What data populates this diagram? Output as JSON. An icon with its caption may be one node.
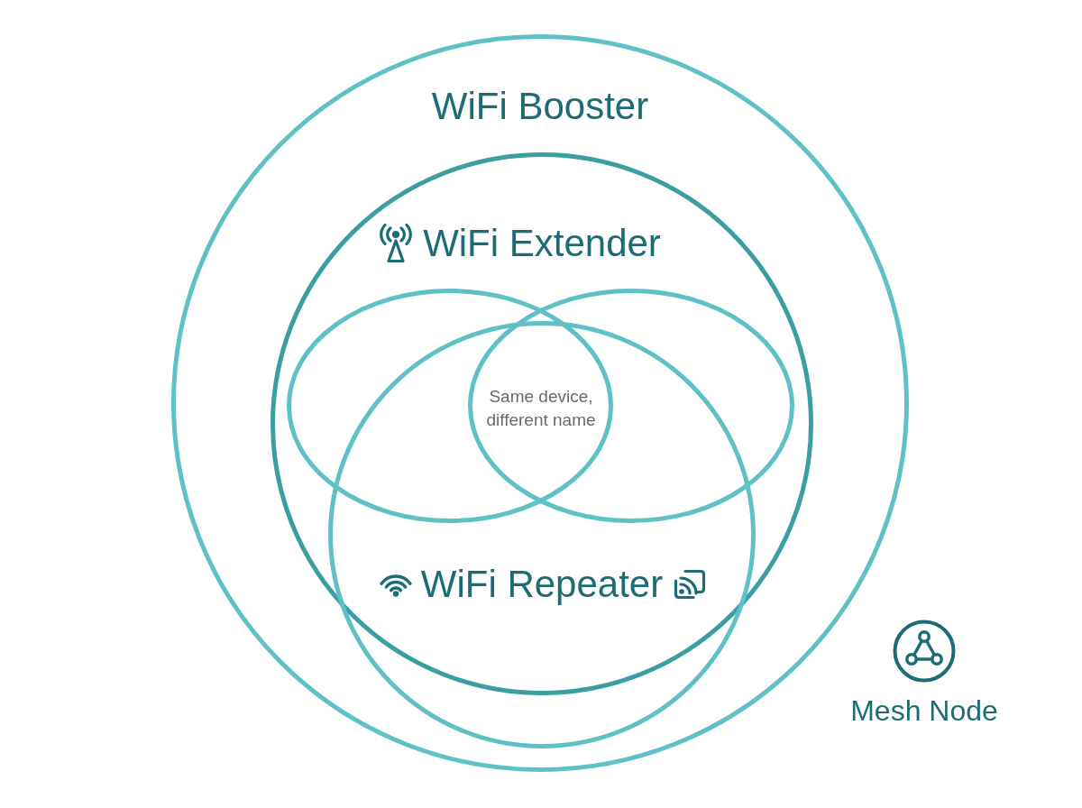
{
  "diagram": {
    "nodes": [
      {
        "text": [
          "WiFi Booster"
        ]
      },
      {
        "text": [
          "WiFi Extender"
        ],
        "in": 0
      },
      {
        "text": [],
        "shape": "ellipse",
        "in": 1
      },
      {
        "text": [],
        "shape": "ellipse",
        "in": 1
      },
      {
        "text": [
          "WiFi Repeater"
        ],
        "in": 0
      }
    ],
    "labels": [
      "Same device, different name",
      "Mesh Node"
    ]
  }
}
